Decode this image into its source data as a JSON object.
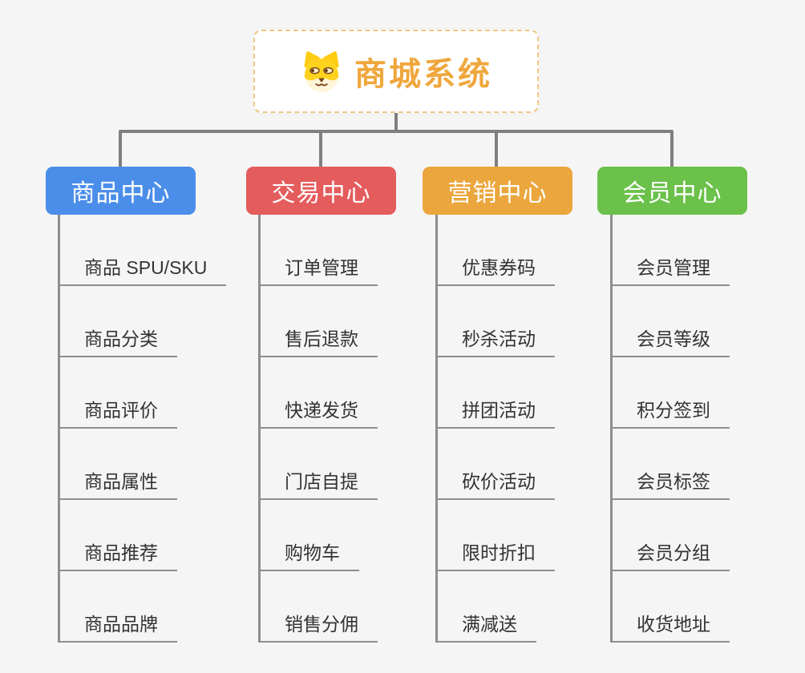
{
  "canvas": {
    "background": "#f5f5f5",
    "connector_color": "#7f7f7f"
  },
  "root": {
    "title": "商城系统",
    "icon": "doge-icon",
    "text_color": "#efa73c",
    "border_color": "#f0c988"
  },
  "branches": [
    {
      "label": "商品中心",
      "color": "#4b8eea",
      "items": [
        "商品 SPU/SKU",
        "商品分类",
        "商品评价",
        "商品属性",
        "商品推荐",
        "商品品牌"
      ]
    },
    {
      "label": "交易中心",
      "color": "#e45c5c",
      "items": [
        "订单管理",
        "售后退款",
        "快递发货",
        "门店自提",
        "购物车",
        "销售分佣"
      ]
    },
    {
      "label": "营销中心",
      "color": "#eba63d",
      "items": [
        "优惠券码",
        "秒杀活动",
        "拼团活动",
        "砍价活动",
        "限时折扣",
        "满减送"
      ]
    },
    {
      "label": "会员中心",
      "color": "#6bc14a",
      "items": [
        "会员管理",
        "会员等级",
        "积分签到",
        "会员标签",
        "会员分组",
        "收货地址"
      ]
    }
  ]
}
